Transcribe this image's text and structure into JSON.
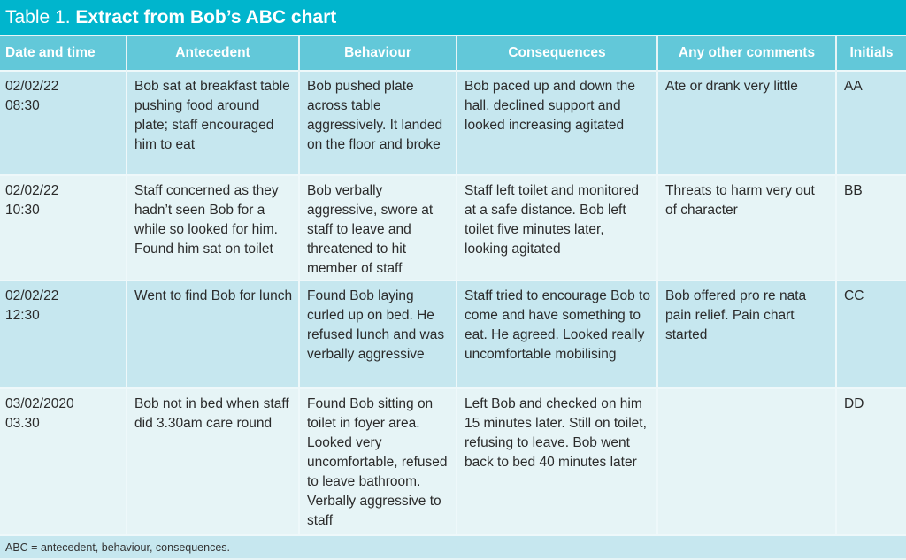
{
  "title": {
    "prefix": "Table 1.",
    "main": "Extract from Bob’s ABC chart"
  },
  "colors": {
    "title_bar": "#00b5cd",
    "header": "#62c8d9",
    "row_dark": "#c6e7ef",
    "row_light": "#e6f4f6"
  },
  "table": {
    "headers": [
      "Date and time",
      "Antecedent",
      "Behaviour",
      "Consequences",
      "Any other comments",
      "Initials"
    ],
    "rows": [
      {
        "date": "02/02/22",
        "time": "08:30",
        "antecedent": "Bob sat at breakfast table pushing food around plate; staff encouraged him to eat",
        "behaviour": "Bob pushed plate across table aggressively. It landed on the floor and broke",
        "consequences": "Bob paced up and down the hall, declined support and looked increasing agitated",
        "comments": "Ate or drank very little",
        "initials": "AA"
      },
      {
        "date": "02/02/22",
        "time": "10:30",
        "antecedent": "Staff concerned as they hadn’t seen Bob for a while so looked for him. Found him sat on toilet",
        "behaviour": "Bob verbally aggressive, swore at staff to leave and threatened to hit member of staff",
        "consequences": "Staff left toilet and monitored at a safe distance. Bob left toilet five minutes later, looking agitated",
        "comments": "Threats to harm very out of character",
        "initials": "BB"
      },
      {
        "date": "02/02/22",
        "time": "12:30",
        "antecedent": "Went to find Bob for lunch",
        "behaviour": "Found Bob laying curled up on bed. He refused lunch and was verbally aggressive",
        "consequences": "Staff tried to encourage Bob to come and have something to eat. He agreed. Looked really uncomfortable mobilising",
        "comments": "Bob offered pro re nata pain relief. Pain chart started",
        "initials": "CC"
      },
      {
        "date": "03/02/2020",
        "time": "03.30",
        "antecedent": "Bob not in bed when staff did 3.30am care round",
        "behaviour": "Found Bob sitting on toilet in foyer area. Looked very uncomfortable, refused to leave bathroom. Verbally aggressive to staff",
        "consequences": "Left Bob and checked on him 15 minutes later. Still on toilet, refusing to leave. Bob went back to bed 40 minutes later",
        "comments": "",
        "initials": "DD"
      }
    ]
  },
  "footer": {
    "note": "ABC = antecedent, behaviour, consequences."
  }
}
